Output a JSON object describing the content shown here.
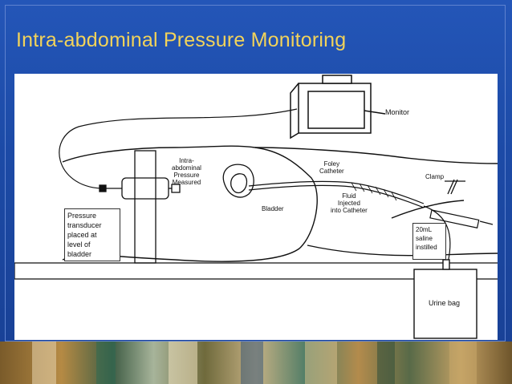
{
  "slide": {
    "title": "Intra-abdominal Pressure Monitoring"
  },
  "diagram": {
    "labels": {
      "monitor": "Monitor",
      "intra_abdominal_pressure": "Intra-\nabdominal\nPressure\nMeasured",
      "foley_catheter": "Foley\nCatheter",
      "clamp": "Clamp",
      "fluid_injected": "Fluid\nInjected\ninto Catheter",
      "bladder": "Bladder",
      "urine_bag": "Urine bag"
    },
    "callouts": {
      "pressure_transducer": "Pressure\ntransducer\nplaced at\nlevel of\nbladder",
      "saline": "20mL\nsaline\ninstilled"
    }
  },
  "colors": {
    "background": "#1c4aa6",
    "title": "#f2d35a",
    "panel": "#ffffff"
  }
}
